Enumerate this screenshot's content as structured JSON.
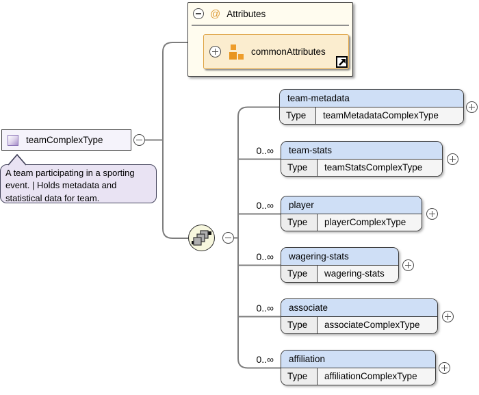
{
  "diagram": {
    "root": {
      "title": "teamComplexType",
      "tooltip": "A team participating in a sporting event. | Holds metadata and statistical data for team."
    },
    "attributes_panel": {
      "at_symbol": "@",
      "title": "Attributes",
      "item": {
        "name": "commonAttributes"
      }
    },
    "type_label": "Type",
    "elements": [
      {
        "name": "team-metadata",
        "type": "teamMetadataComplexType",
        "occurrence": ""
      },
      {
        "name": "team-stats",
        "type": "teamStatsComplexType",
        "occurrence": "0..∞"
      },
      {
        "name": "player",
        "type": "playerComplexType",
        "occurrence": "0..∞"
      },
      {
        "name": "wagering-stats",
        "type": "wagering-stats",
        "occurrence": "0..∞"
      },
      {
        "name": "associate",
        "type": "associateComplexType",
        "occurrence": "0..∞"
      },
      {
        "name": "affiliation",
        "type": "affiliationComplexType",
        "occurrence": "0..∞"
      }
    ],
    "icons": {
      "complex_type_icon": "purple-gradient-square",
      "at_icon": "@",
      "attribute_group_icon": "orange-squares",
      "sequence_icon": "sequence-compositor",
      "link_arrow_icon": "↗",
      "collapse_icon": "−",
      "expand_icon": "+"
    },
    "colors": {
      "element_header": "#CFDFF6",
      "type_cell": "#EDEDED",
      "attr_panel_bg": "#FFFCEF",
      "attr_item_bg": "#FBEDCF",
      "attr_accent": "#DD9933",
      "root_box_bg": "#F5F3FB",
      "tooltip_bg": "#E9E3F3",
      "sequence_bg": "#F7F7DE",
      "connector": "#7D7D7D"
    }
  }
}
